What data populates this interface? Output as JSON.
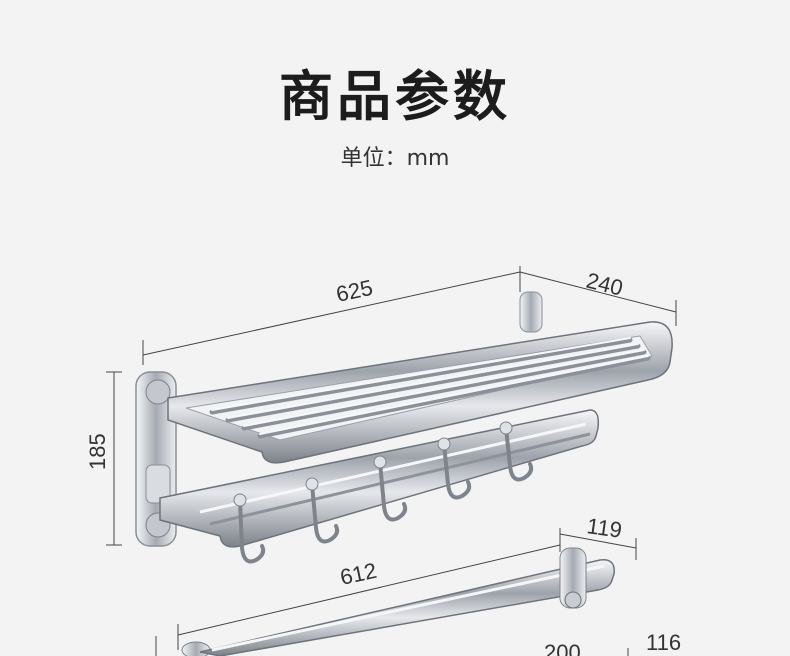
{
  "title": "商品参数",
  "unit_label": "单位：mm",
  "dimensions": {
    "rack_width": "625",
    "rack_depth": "240",
    "rack_height": "185",
    "bar_width": "612",
    "bar_depth": "119",
    "bar_partial_a": "200",
    "bar_partial_b": "116"
  },
  "colors": {
    "background": "#f3f3f3",
    "text": "#1c1c1c",
    "chrome": "#b8bcc4"
  }
}
